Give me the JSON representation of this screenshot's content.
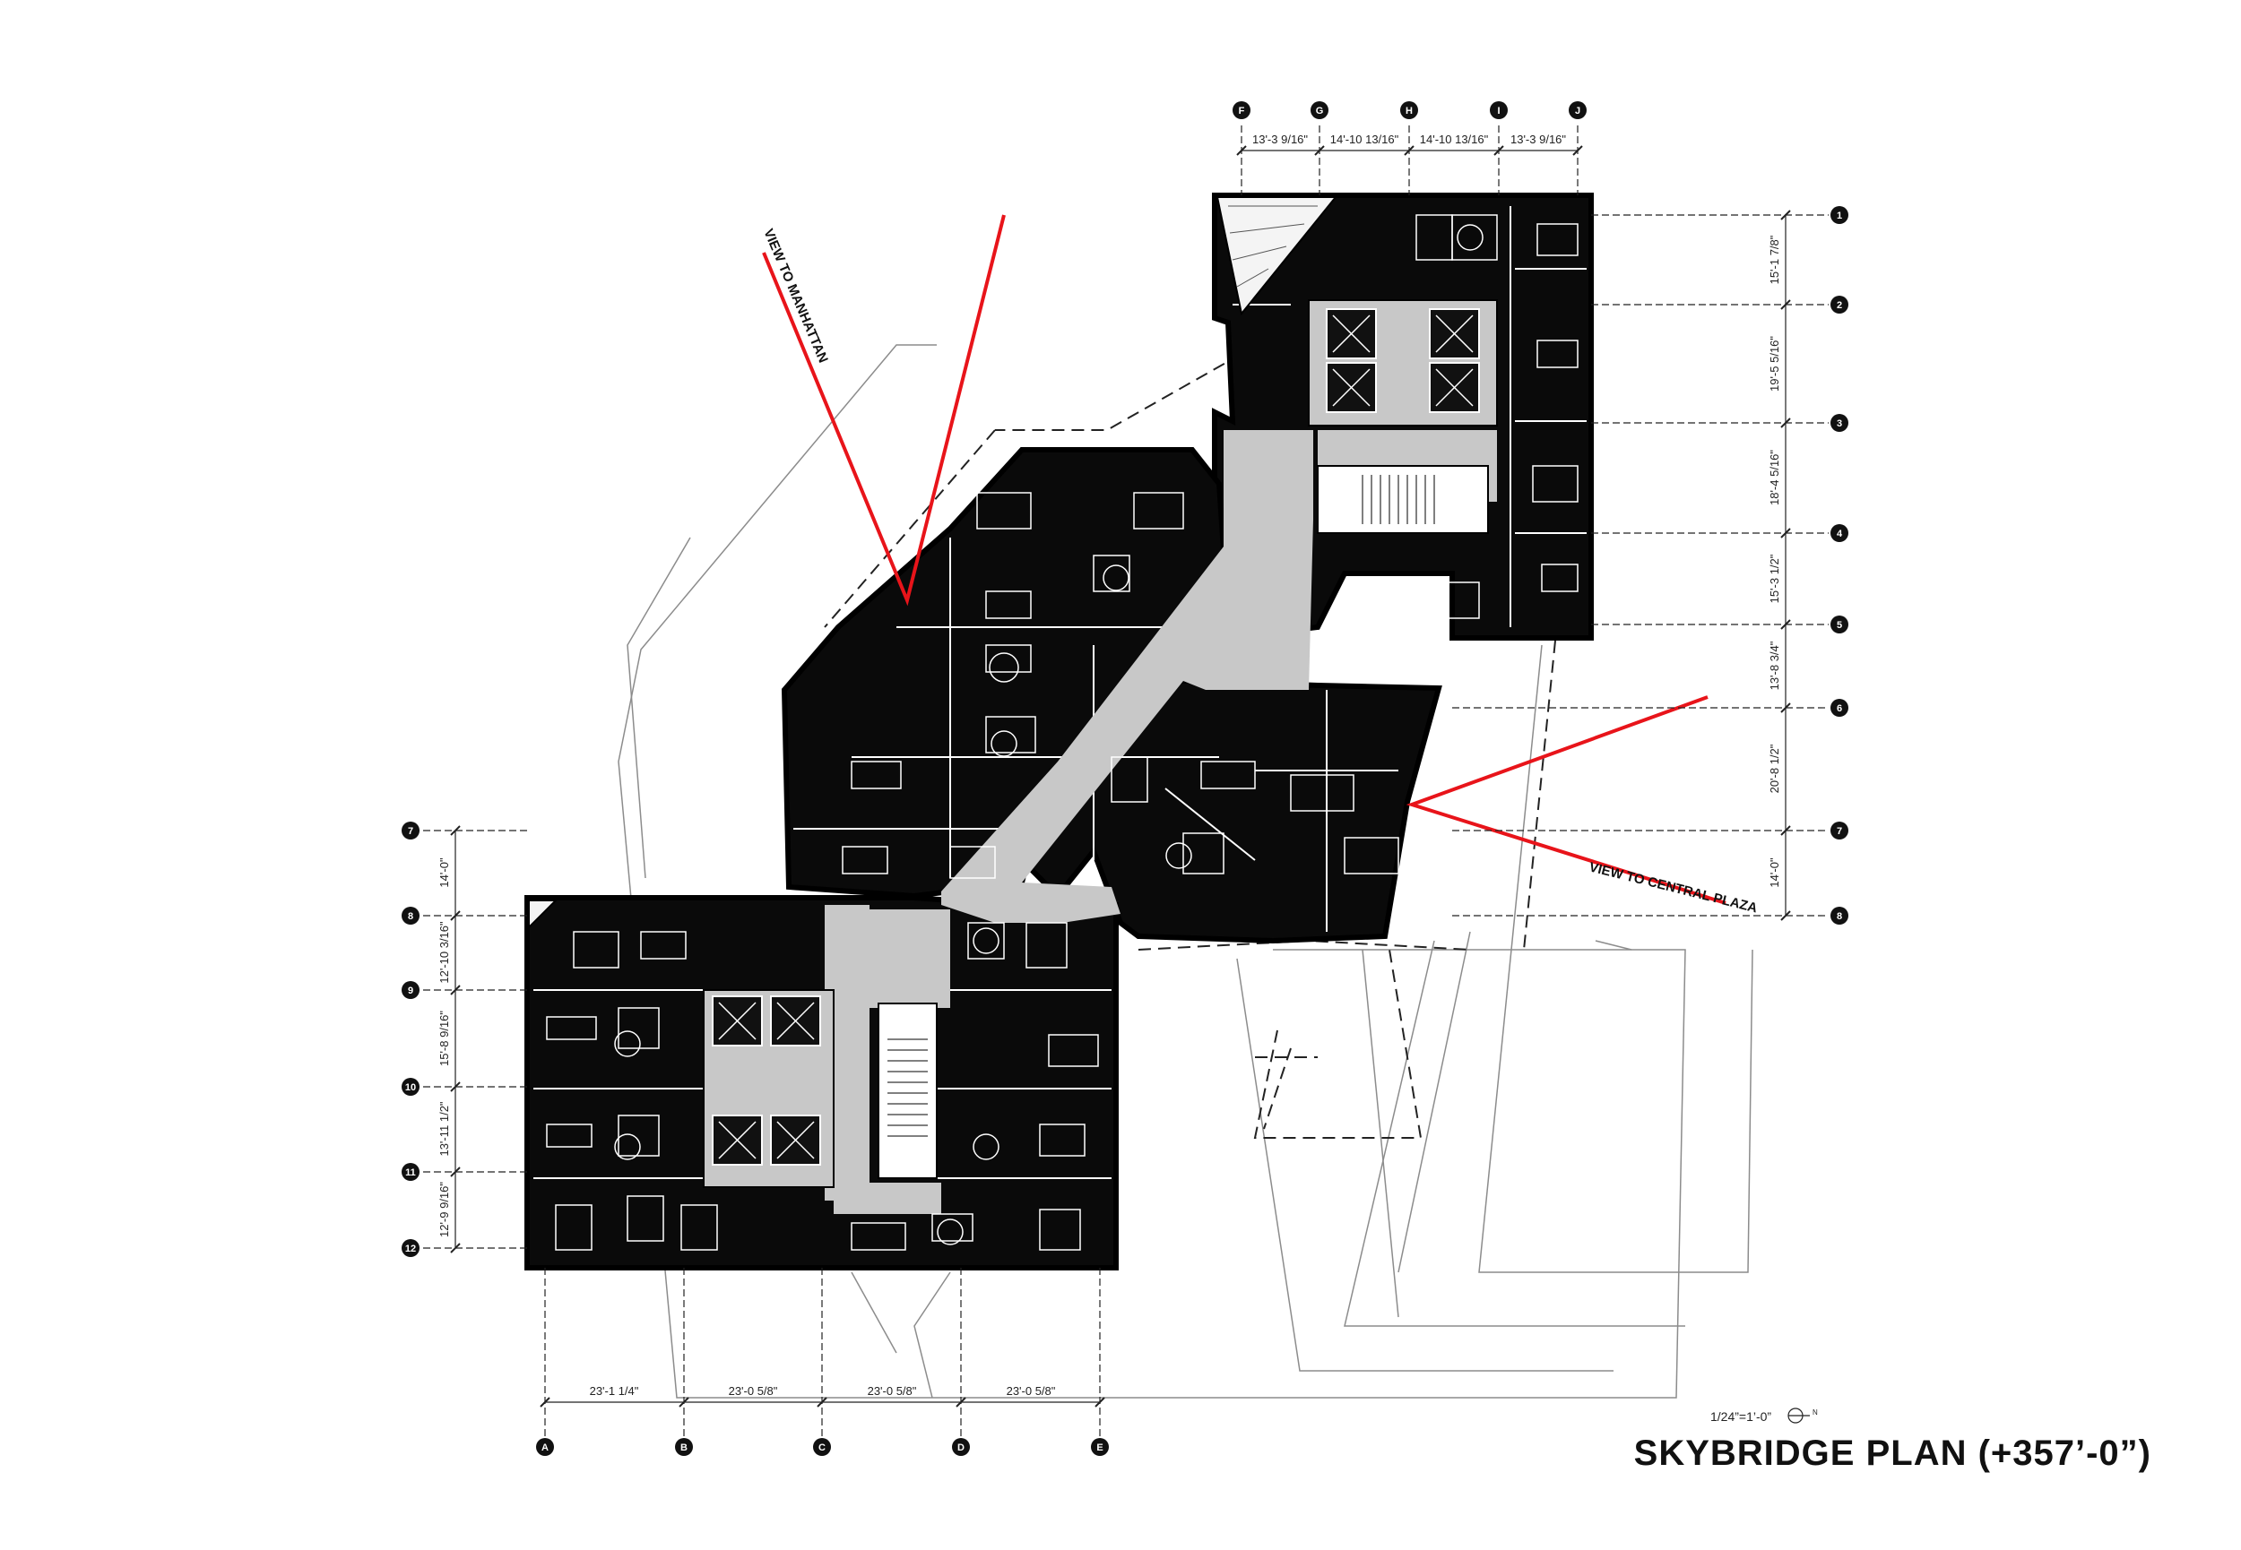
{
  "title": "SKYBRIDGE PLAN (+357’-0”)",
  "scale": "1/24”=1’-0”",
  "north_label": "N",
  "view_labels": {
    "manhattan": "VIEW  TO MANHATTAN",
    "central_plaza": "VIEW TO CENTRAL PLAZA"
  },
  "colors": {
    "floor": "#0a0a0a",
    "corridor": "#c8c8c8",
    "view_line": "#e8141a",
    "context": "#8c8c8c"
  },
  "grid_top": [
    {
      "id": "F"
    },
    {
      "id": "G"
    },
    {
      "id": "H"
    },
    {
      "id": "I"
    },
    {
      "id": "J"
    }
  ],
  "dims_top": [
    "13'-3 9/16\"",
    "14'-10 13/16\"",
    "14'-10 13/16\"",
    "13'-3 9/16\""
  ],
  "grid_right": [
    {
      "id": "1"
    },
    {
      "id": "2"
    },
    {
      "id": "3"
    },
    {
      "id": "4"
    },
    {
      "id": "5"
    },
    {
      "id": "6"
    },
    {
      "id": "7"
    },
    {
      "id": "8"
    }
  ],
  "dims_right": [
    "15'-1 7/8\"",
    "19'-5 5/16\"",
    "18'-4 5/16\"",
    "15'-3 1/2\"",
    "13'-8 3/4\"",
    "20'-8 1/2\"",
    "14'-0\""
  ],
  "grid_left": [
    {
      "id": "7"
    },
    {
      "id": "8"
    },
    {
      "id": "9"
    },
    {
      "id": "10"
    },
    {
      "id": "11"
    },
    {
      "id": "12"
    }
  ],
  "dims_left": [
    "14'-0\"",
    "12'-10 3/16\"",
    "15'-8 9/16\"",
    "13'-11 1/2\"",
    "12'-9 9/16\""
  ],
  "grid_bottom": [
    {
      "id": "A"
    },
    {
      "id": "B"
    },
    {
      "id": "C"
    },
    {
      "id": "D"
    },
    {
      "id": "E"
    }
  ],
  "dims_bottom": [
    "23'-1 1/4\"",
    "23'-0 5/8\"",
    "23'-0 5/8\"",
    "23'-0 5/8\""
  ]
}
